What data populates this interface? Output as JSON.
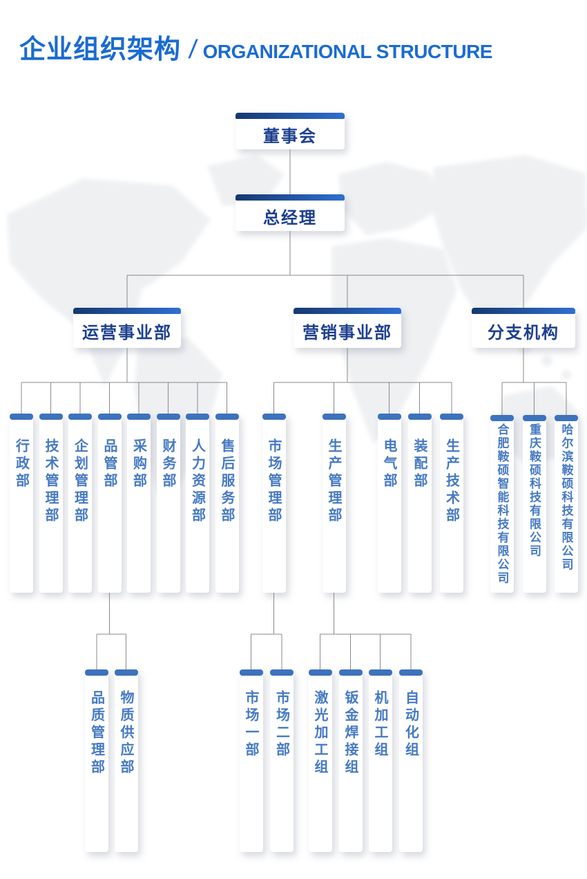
{
  "title": {
    "cn": "企业组织架构",
    "divider": "/",
    "en": "ORGANIZATIONAL STRUCTURE"
  },
  "colors": {
    "title_blue": "#1a6bd1",
    "header_bar_gradient_start": "#16386f",
    "header_bar_gradient_end": "#2f6fd2",
    "header_text": "#1c3f8e",
    "node_cap_blue": "#3d72bc",
    "node_text_blue": "#4579c2",
    "connector_gray": "#888888",
    "watermark_gray": "#ebedf0"
  },
  "org": {
    "nodes": [
      {
        "id": "board",
        "label": "董事会",
        "parent": null
      },
      {
        "id": "general-manager",
        "label": "总经理",
        "parent": "board"
      },
      {
        "id": "operations-division",
        "label": "运营事业部",
        "parent": "general-manager"
      },
      {
        "id": "marketing-division",
        "label": "营销事业部",
        "parent": "general-manager"
      },
      {
        "id": "branch-offices",
        "label": "分支机构",
        "parent": "general-manager"
      },
      {
        "id": "admin-dept",
        "label": "行政部",
        "parent": "operations-division"
      },
      {
        "id": "tech-mgmt-dept",
        "label": "技术管理部",
        "parent": "operations-division"
      },
      {
        "id": "planning-mgmt-dept",
        "label": "企划管理部",
        "parent": "operations-division"
      },
      {
        "id": "quality-control-dept",
        "label": "品管部",
        "parent": "operations-division"
      },
      {
        "id": "procurement-dept",
        "label": "采购部",
        "parent": "operations-division"
      },
      {
        "id": "finance-dept",
        "label": "财务部",
        "parent": "operations-division"
      },
      {
        "id": "hr-dept",
        "label": "人力资源部",
        "parent": "operations-division"
      },
      {
        "id": "after-sales-dept",
        "label": "售后服务部",
        "parent": "operations-division"
      },
      {
        "id": "market-mgmt-dept",
        "label": "市场管理部",
        "parent": "marketing-division"
      },
      {
        "id": "production-mgmt-dept",
        "label": "生产管理部",
        "parent": "marketing-division"
      },
      {
        "id": "electrical-dept",
        "label": "电气部",
        "parent": "marketing-division"
      },
      {
        "id": "assembly-dept",
        "label": "装配部",
        "parent": "marketing-division"
      },
      {
        "id": "production-tech-dept",
        "label": "生产技术部",
        "parent": "marketing-division"
      },
      {
        "id": "hefei-company",
        "label": "合肥鞍硕智能科技有限公司",
        "parent": "branch-offices"
      },
      {
        "id": "chongqing-company",
        "label": "重庆鞍硕科技有限公司",
        "parent": "branch-offices"
      },
      {
        "id": "harbin-company",
        "label": "哈尔滨鞍硕科技有限公司",
        "parent": "branch-offices"
      },
      {
        "id": "quality-mgmt-dept",
        "label": "品质管理部",
        "parent": "quality-control-dept"
      },
      {
        "id": "material-supply-dept",
        "label": "物质供应部",
        "parent": "quality-control-dept"
      },
      {
        "id": "market-dept-1",
        "label": "市场一部",
        "parent": "market-mgmt-dept"
      },
      {
        "id": "market-dept-2",
        "label": "市场二部",
        "parent": "market-mgmt-dept"
      },
      {
        "id": "laser-processing-group",
        "label": "激光加工组",
        "parent": "production-mgmt-dept"
      },
      {
        "id": "sheet-metal-welding-group",
        "label": "钣金焊接组",
        "parent": "production-mgmt-dept"
      },
      {
        "id": "machining-group",
        "label": "机加工组",
        "parent": "production-mgmt-dept"
      },
      {
        "id": "automation-group",
        "label": "自动化组",
        "parent": "production-mgmt-dept"
      }
    ]
  }
}
